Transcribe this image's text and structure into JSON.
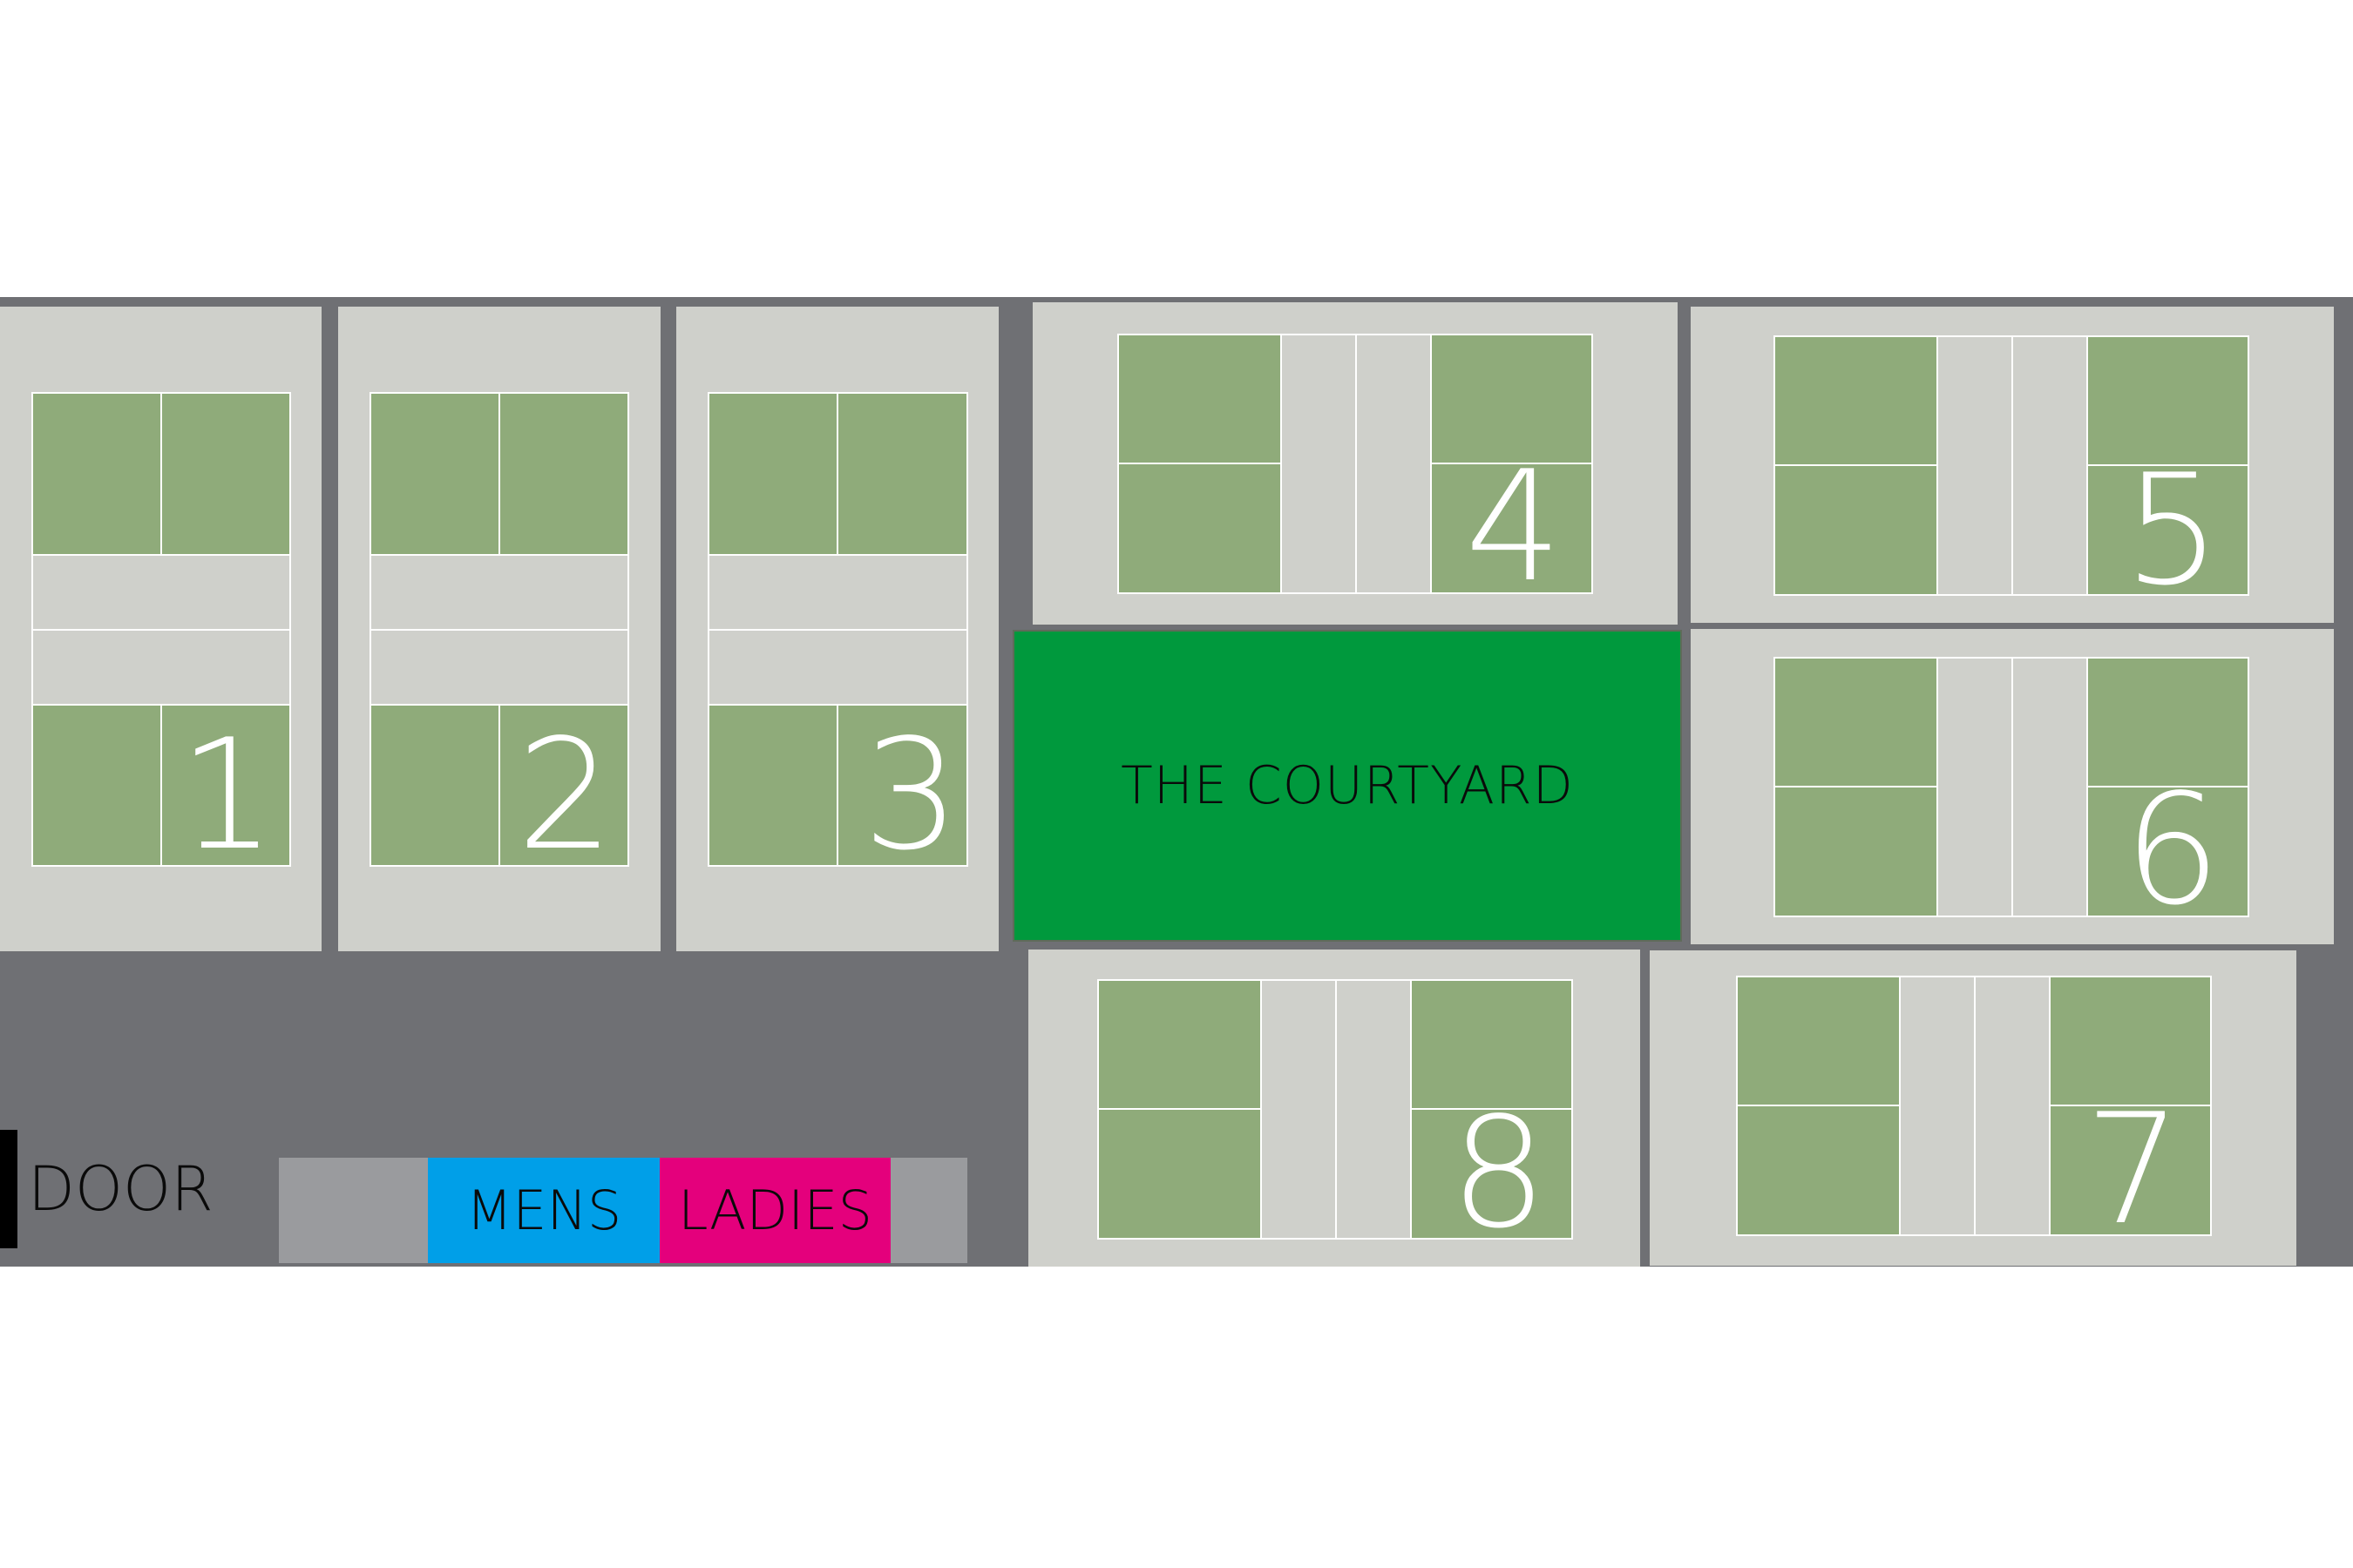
{
  "map": {
    "courtyard_label": "THE COURTYARD",
    "door_label": "DOOR",
    "restrooms": {
      "mens": "MENS",
      "ladies": "LADIES"
    },
    "courts": [
      "1",
      "2",
      "3",
      "4",
      "5",
      "6",
      "7",
      "8"
    ]
  },
  "colors": {
    "background": "#ffffff",
    "floor": "#6f7074",
    "court_surround": "#cfd0cb",
    "court_green": "#8fab7a",
    "court_lines": "#ffffff",
    "courtyard": "#00993d",
    "mens": "#009fe8",
    "ladies": "#e4007c",
    "restroom_side": "#9a9b9e",
    "door": "#000000"
  }
}
